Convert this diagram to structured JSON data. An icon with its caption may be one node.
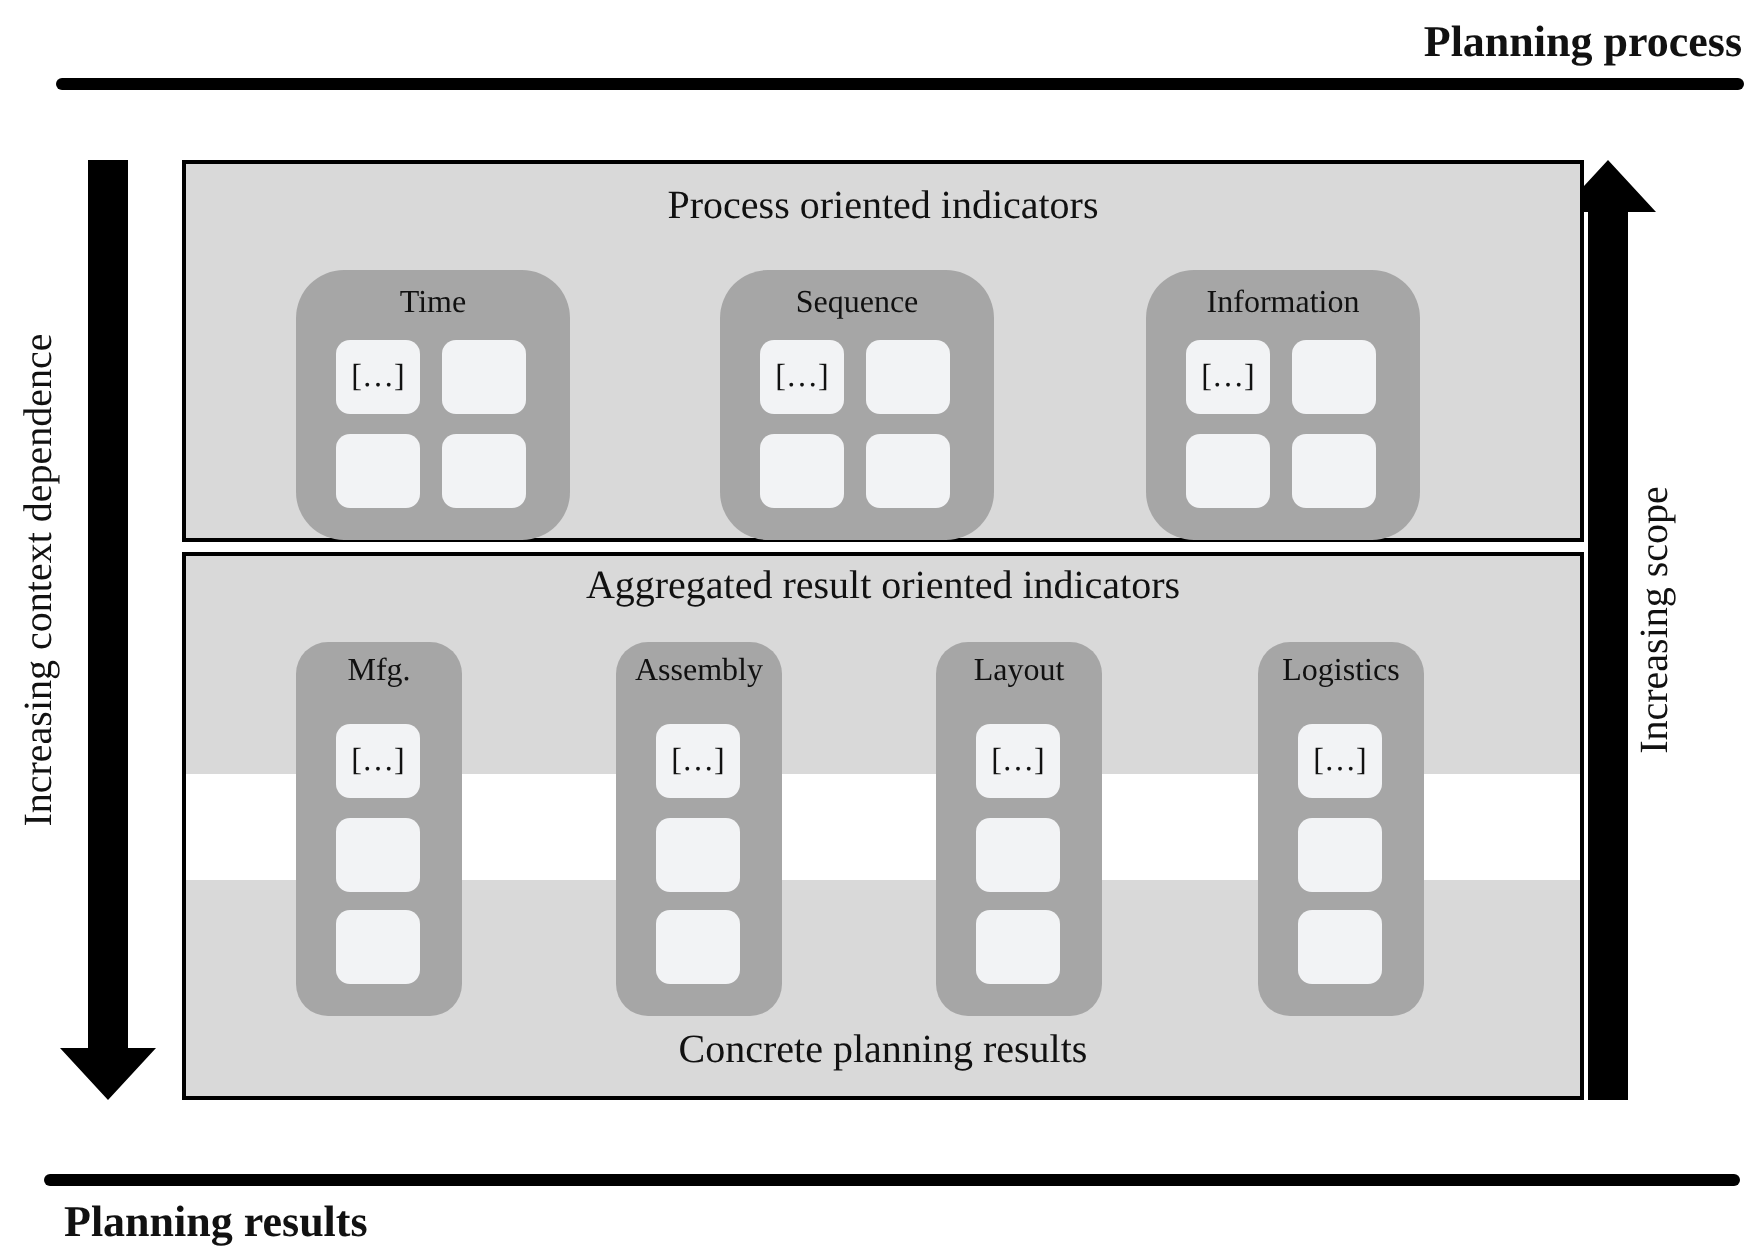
{
  "diagram": {
    "nodes": [
      {
        "text": [
          "Process oriented indicators"
        ]
      },
      {
        "text": [
          "Time"
        ],
        "in": 0
      },
      {
        "text": [
          "[…]"
        ],
        "in": 1
      },
      {
        "text": [],
        "shape": "box",
        "in": 1
      },
      {
        "text": [],
        "shape": "box",
        "in": 1
      },
      {
        "text": [],
        "shape": "box",
        "in": 1
      },
      {
        "text": [
          "Sequence"
        ],
        "in": 0
      },
      {
        "text": [
          "[…]"
        ],
        "in": 6
      },
      {
        "text": [],
        "shape": "box",
        "in": 6
      },
      {
        "text": [],
        "shape": "box",
        "in": 6
      },
      {
        "text": [],
        "shape": "box",
        "in": 6
      },
      {
        "text": [
          "Information"
        ],
        "in": 0
      },
      {
        "text": [
          "[…]"
        ],
        "in": 11
      },
      {
        "text": [],
        "shape": "box",
        "in": 11
      },
      {
        "text": [],
        "shape": "box",
        "in": 11
      },
      {
        "text": [],
        "shape": "box",
        "in": 11
      },
      {
        "text": [
          "Aggregated result oriented indicators",
          "Concrete planning results"
        ]
      },
      {
        "text": [
          "Mfg."
        ],
        "in": 16
      },
      {
        "text": [
          "[…]"
        ],
        "in": 17
      },
      {
        "text": [],
        "shape": "box",
        "in": 17
      },
      {
        "text": [],
        "shape": "box",
        "in": 17
      },
      {
        "text": [
          "Assembly"
        ],
        "in": 16
      },
      {
        "text": [
          "[…]"
        ],
        "in": 21
      },
      {
        "text": [],
        "shape": "box",
        "in": 21
      },
      {
        "text": [],
        "shape": "box",
        "in": 21
      },
      {
        "text": [
          "Layout"
        ],
        "in": 16
      },
      {
        "text": [
          "[…]"
        ],
        "in": 25
      },
      {
        "text": [],
        "shape": "box",
        "in": 25
      },
      {
        "text": [],
        "shape": "box",
        "in": 25
      },
      {
        "text": [
          "Logistics"
        ],
        "in": 16
      },
      {
        "text": [
          "[…]"
        ],
        "in": 29
      },
      {
        "text": [],
        "shape": "box",
        "in": 29
      },
      {
        "text": [],
        "shape": "box",
        "in": 29
      }
    ],
    "labels": [
      "Planning process",
      "Increasing context dependence",
      "Increasing scope",
      "Planning results"
    ]
  }
}
